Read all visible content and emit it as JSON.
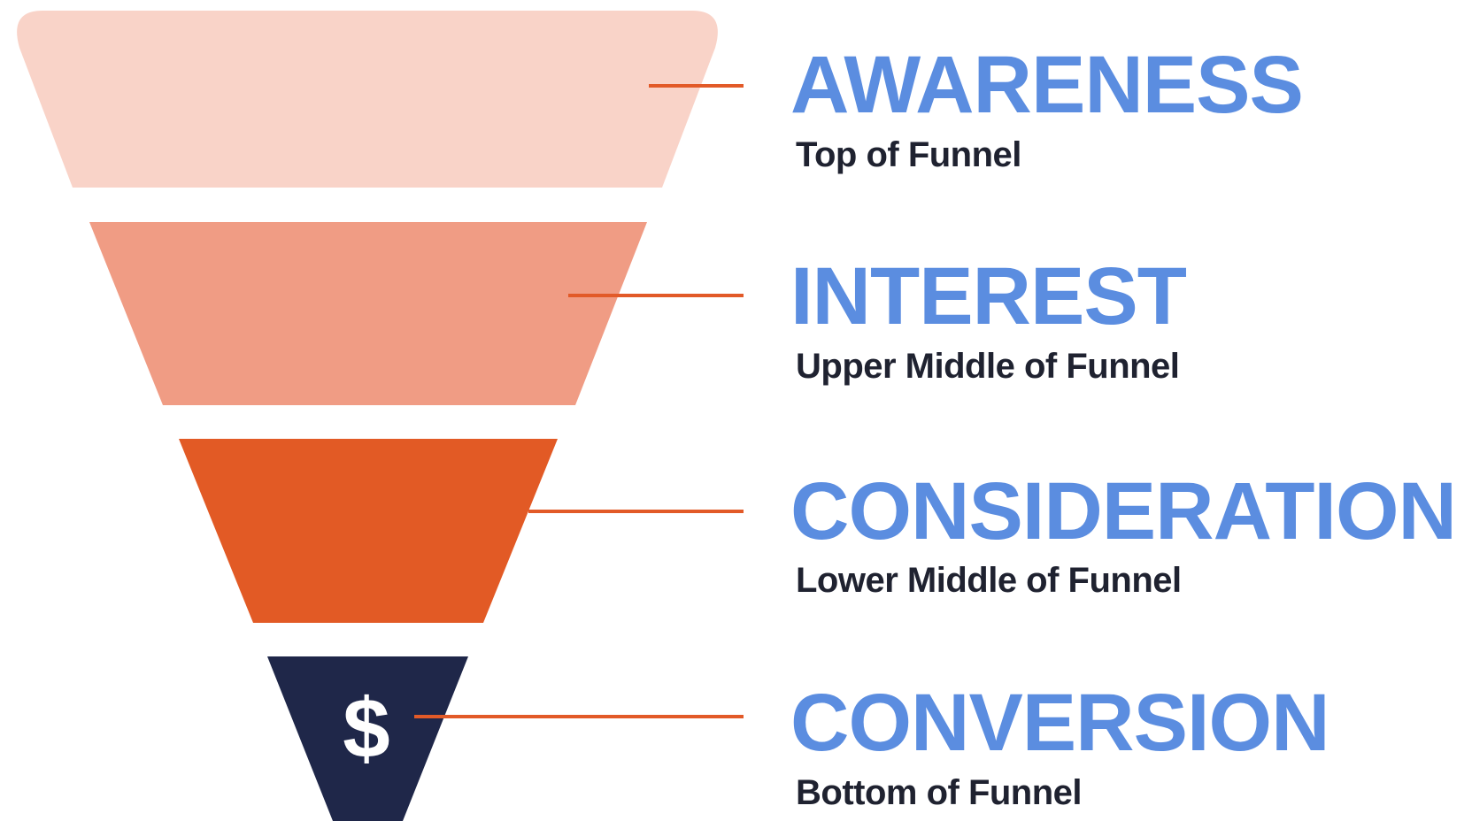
{
  "colors": {
    "title": "#5b8de0",
    "subtitle": "#1f2230",
    "connector": "#e25a28"
  },
  "stages": [
    {
      "title": "AWARENESS",
      "subtitle": "Top of Funnel",
      "fill": "#f9d3c8"
    },
    {
      "title": "INTEREST",
      "subtitle": "Upper Middle of Funnel",
      "fill": "#f09c84"
    },
    {
      "title": "CONSIDERATION",
      "subtitle": "Lower Middle of Funnel",
      "fill": "#e25a25"
    },
    {
      "title": "CONVERSION",
      "subtitle": "Bottom of Funnel",
      "fill": "#1f2749",
      "icon": "dollar-icon",
      "icon_glyph": "$",
      "icon_color": "#ffffff"
    }
  ]
}
